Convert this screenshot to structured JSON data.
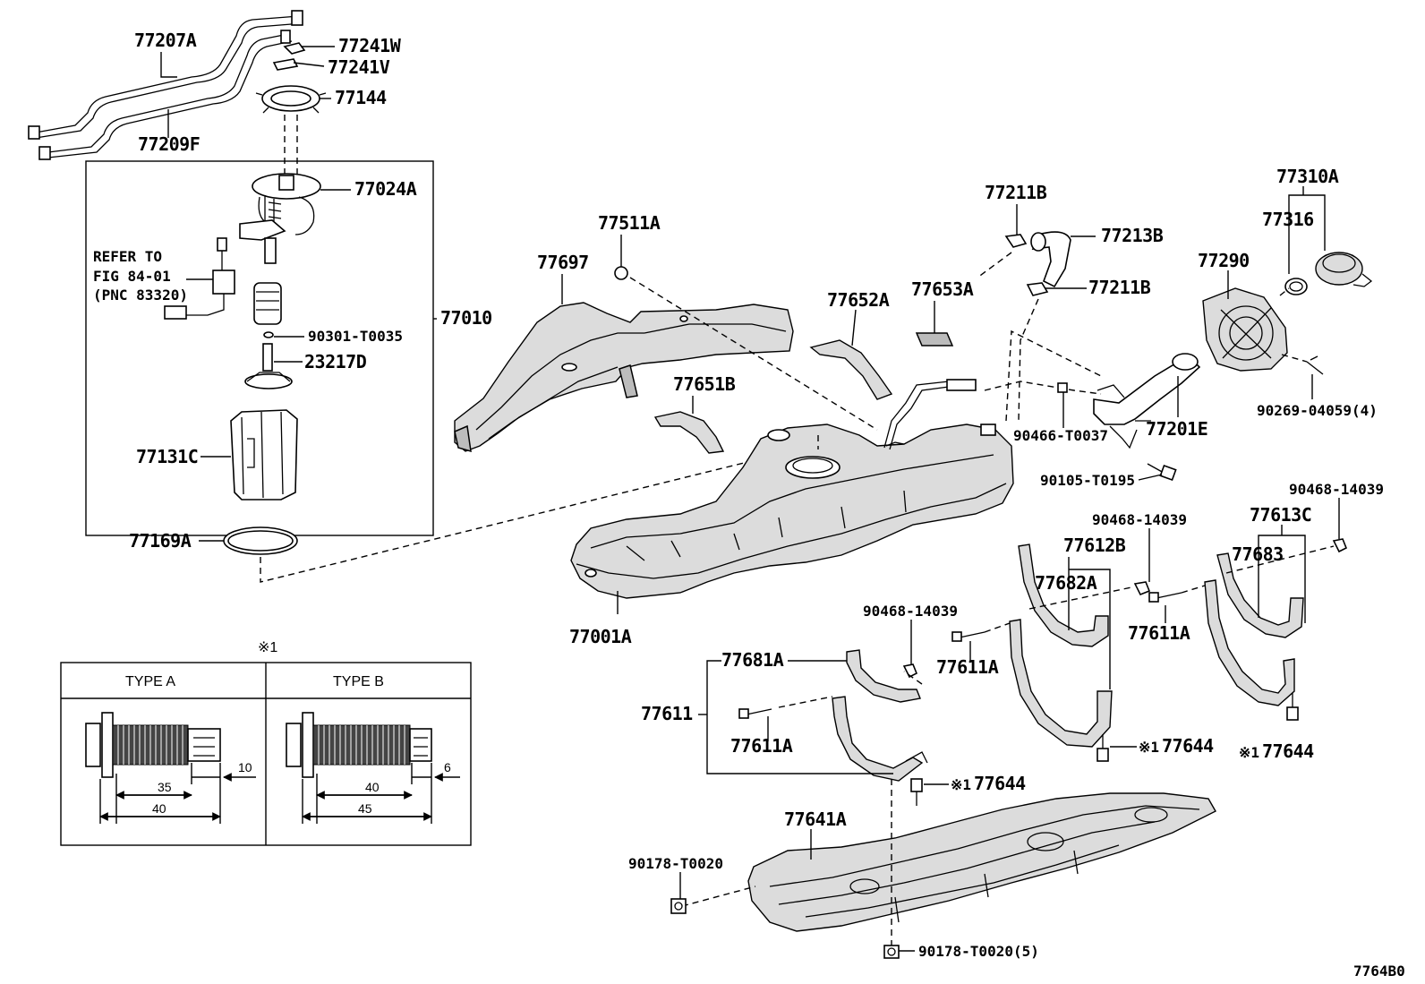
{
  "diagram_code": "7764B0",
  "note_marker": "※1",
  "refer_note": {
    "line1": "REFER TO",
    "line2": "FIG 84-01",
    "line3": "(PNC 83320)"
  },
  "parts": {
    "p77207A": "77207A",
    "p77209F": "77209F",
    "p77241W": "77241W",
    "p77241V": "77241V",
    "p77144": "77144",
    "p77024A": "77024A",
    "p90301": "90301-T0035",
    "p23217D": "23217D",
    "p77131C": "77131C",
    "p77010": "77010",
    "p77169A": "77169A",
    "p77511A": "77511A",
    "p77697": "77697",
    "p77652A": "77652A",
    "p77653A": "77653A",
    "p77651B": "77651B",
    "p77211B_top": "77211B",
    "p77213B": "77213B",
    "p77211B_mid": "77211B",
    "p77310A": "77310A",
    "p77316": "77316",
    "p77290": "77290",
    "p90466": "90466-T0037",
    "p77201E": "77201E",
    "p90269": "90269-04059(4)",
    "p90105": "90105-T0195",
    "p77001A": "77001A",
    "p90468_a": "90468-14039",
    "p90468_b": "90468-14039",
    "p90468_c": "90468-14039",
    "p77612B": "77612B",
    "p77613C": "77613C",
    "p77682A": "77682A",
    "p77683": "77683",
    "p77611A_a": "77611A",
    "p77611A_b": "77611A",
    "p77611A_c": "77611A",
    "p77681A": "77681A",
    "p77611": "77611",
    "p77644_a": "77644",
    "p77644_b": "77644",
    "p77644_c": "77644",
    "p77641A": "77641A",
    "p90178_a": "90178-T0020",
    "p90178_b": "90178-T0020(5)"
  },
  "bolt_table": {
    "type_a": {
      "header": "TYPE A",
      "dim_thread": "35",
      "dim_total": "40",
      "dim_tip": "10"
    },
    "type_b": {
      "header": "TYPE B",
      "dim_thread": "40",
      "dim_total": "45",
      "dim_tip": "6"
    }
  }
}
